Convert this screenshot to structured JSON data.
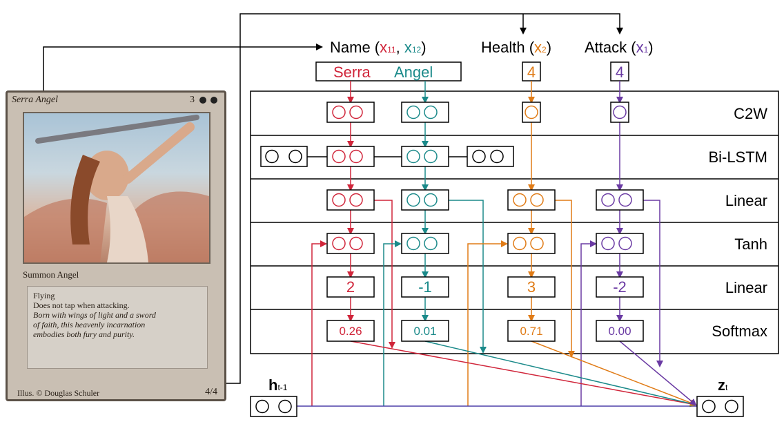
{
  "card": {
    "title": "Serra Angel",
    "cost": "3",
    "type_line": "Summon Angel",
    "ability_1": "Flying",
    "ability_2": "Does not tap when attacking.",
    "flavor_lines": [
      "Born with wings of light and a sword",
      "of faith, this heavenly incarnation",
      "embodies both fury and purity."
    ],
    "illustrator": "Illus. © Douglas Schuler",
    "power_toughness": "4/4"
  },
  "headers": {
    "name": {
      "label": "Name (",
      "x11": "x",
      "x11_sub": "11",
      "comma": ", ",
      "x12": "x",
      "x12_sub": "12",
      "close": ")"
    },
    "health": {
      "label": "Health (",
      "x": "x",
      "sub": "2",
      "close": ")"
    },
    "attack": {
      "label": "Attack (",
      "x": "x",
      "sub": "1",
      "close": ")"
    }
  },
  "inputs": {
    "name_word1": "Serra",
    "name_word2": "Angel",
    "health_value": "4",
    "attack_value": "4"
  },
  "layers": [
    "C2W",
    "Bi-LSTM",
    "Linear",
    "Tanh",
    "Linear",
    "Softmax"
  ],
  "scores": {
    "name1": "2",
    "name2": "-1",
    "health": "3",
    "attack": "-2"
  },
  "softmax": {
    "name1": "0.26",
    "name2": "0.01",
    "health": "0.71",
    "attack": "0.00"
  },
  "h_prev": {
    "label": "h",
    "sub": "t-1"
  },
  "z_out": {
    "label": "z",
    "sub": "t"
  },
  "colors": {
    "name1": "#d0253a",
    "name2": "#1b8a8a",
    "health": "#e07b16",
    "attack": "#6a3aa3",
    "line": "#000000",
    "h_line": "#4b3fa8"
  }
}
